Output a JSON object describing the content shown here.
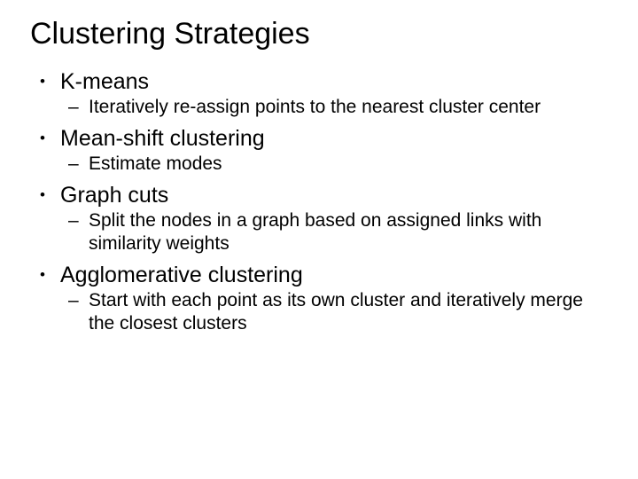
{
  "slide": {
    "title": "Clustering Strategies",
    "background_color": "#ffffff",
    "text_color": "#000000",
    "bullet_glyph": "•",
    "sub_bullet_glyph": "–",
    "items": [
      {
        "label": "K-means",
        "sub": [
          "Iteratively re-assign points to the nearest cluster center"
        ]
      },
      {
        "label": "Mean-shift clustering",
        "sub": [
          "Estimate modes"
        ]
      },
      {
        "label": "Graph cuts",
        "sub": [
          "Split the nodes in a graph based on assigned links with similarity weights"
        ]
      },
      {
        "label": "Agglomerative clustering",
        "sub": [
          "Start with each point as its own cluster and iteratively merge the closest clusters"
        ]
      }
    ]
  }
}
